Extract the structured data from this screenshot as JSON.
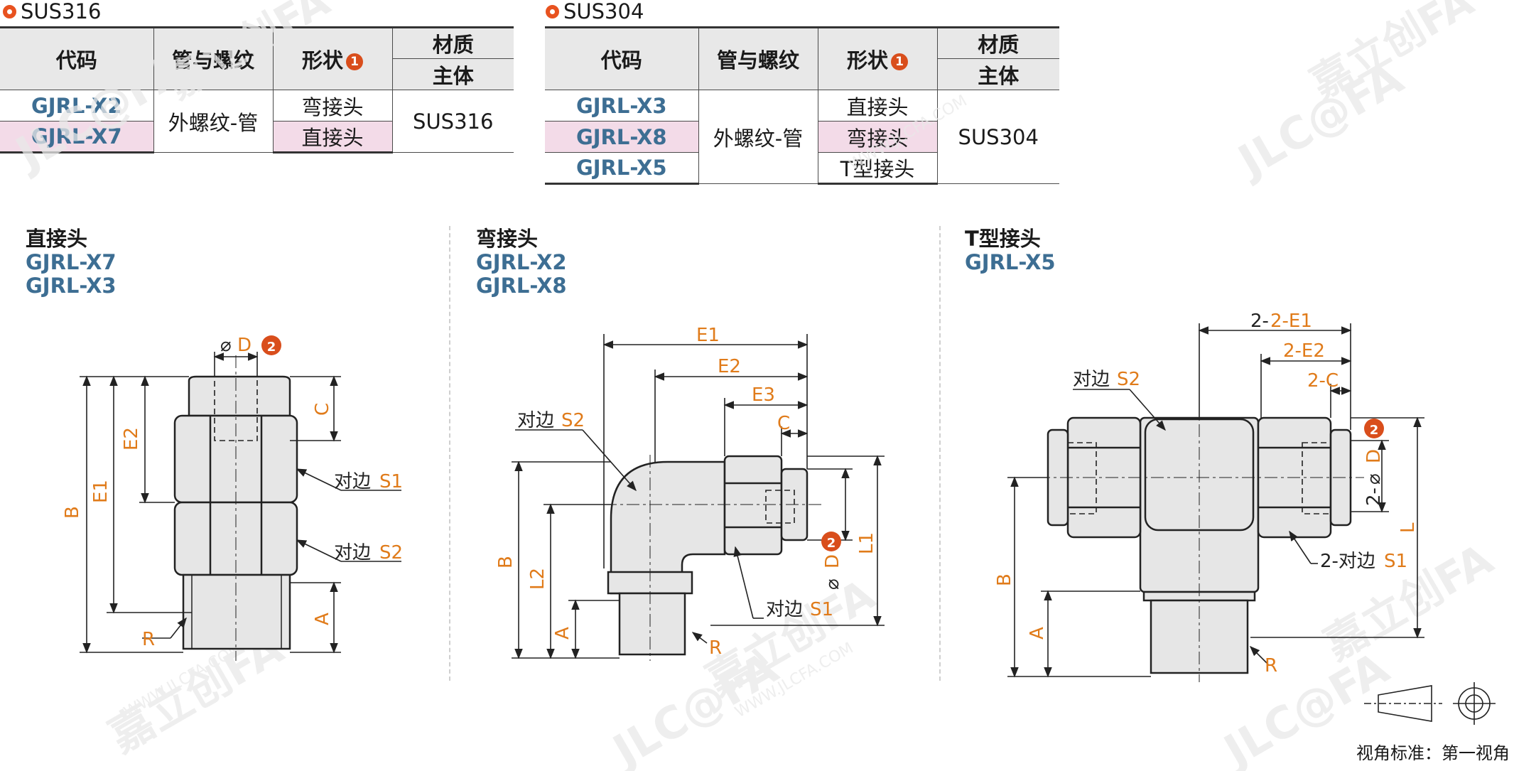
{
  "watermark": {
    "brand": "JLC@FA",
    "name": "嘉立创FA",
    "url": "WWW.JLCFA.COM"
  },
  "sus316": {
    "title": "SUS316",
    "headers": {
      "code": "代码",
      "pipe": "管与螺纹",
      "shape": "形状",
      "material": "材质",
      "body": "主体"
    },
    "badge": "1",
    "rows": [
      {
        "code": "GJRL-X2",
        "shape": "弯接头"
      },
      {
        "code": "GJRL-X7",
        "shape": "直接头"
      }
    ],
    "pipe_value": "外螺纹-管",
    "material_value": "SUS316"
  },
  "sus304": {
    "title": "SUS304",
    "headers": {
      "code": "代码",
      "pipe": "管与螺纹",
      "shape": "形状",
      "material": "材质",
      "body": "主体"
    },
    "badge": "1",
    "rows": [
      {
        "code": "GJRL-X3",
        "shape": "直接头"
      },
      {
        "code": "GJRL-X8",
        "shape": "弯接头"
      },
      {
        "code": "GJRL-X5",
        "shape": "T型接头"
      }
    ],
    "pipe_value": "外螺纹-管",
    "material_value": "SUS304"
  },
  "drawings": {
    "straight": {
      "title": "直接头",
      "codes": [
        "GJRL-X7",
        "GJRL-X3"
      ],
      "labels": {
        "d": "D",
        "c": "C",
        "e2": "E2",
        "e1": "E1",
        "b": "B",
        "a": "A",
        "r": "R",
        "s1_text": "对边",
        "s1": "S1",
        "s2_text": "对边",
        "s2": "S2",
        "badge": "2"
      }
    },
    "elbow": {
      "title": "弯接头",
      "codes": [
        "GJRL-X2",
        "GJRL-X8"
      ],
      "labels": {
        "e1": "E1",
        "e2": "E2",
        "e3": "E3",
        "c": "C",
        "s2_text": "对边",
        "s2": "S2",
        "b": "B",
        "l2": "L2",
        "a": "A",
        "d": "D",
        "l1": "L1",
        "s1_text": "对边",
        "s1": "S1",
        "r": "R",
        "badge": "2"
      }
    },
    "tee": {
      "title": "T型接头",
      "codes": [
        "GJRL-X5"
      ],
      "labels": {
        "e1": "2-E1",
        "e2": "2-E2",
        "c": "2-C",
        "s2_text": "对边",
        "s2": "S2",
        "d_prefix": "2-",
        "d": "D",
        "l": "L",
        "b": "B",
        "a": "A",
        "s1_text": "2-对边",
        "s1": "S1",
        "r": "R",
        "badge": "2"
      }
    }
  },
  "projection_note": "视角标准：第一视角",
  "colors": {
    "accent": "#e8521f",
    "code_blue": "#3d6e93",
    "dim_orange": "#e07b1a",
    "highlight": "#f3dbe8",
    "part_fill": "#e6e6e6"
  }
}
